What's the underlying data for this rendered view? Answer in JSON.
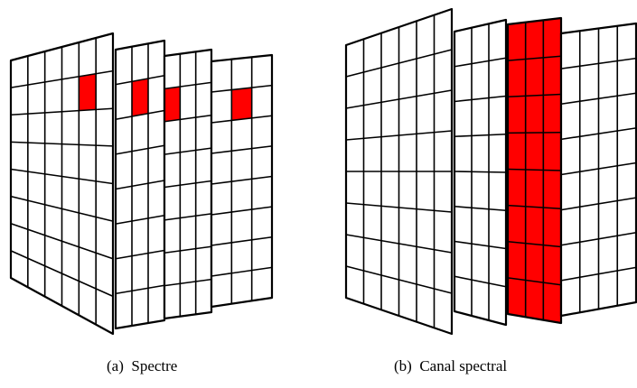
{
  "colors": {
    "grid_line": "#000000",
    "cell_fill": "#ffffff",
    "highlight": "#ff0000"
  },
  "panels": [
    {
      "label": "(a)",
      "caption": "Spectre",
      "highlight_mode": "pixel across all bands"
    },
    {
      "label": "(b)",
      "caption": "Canal spectral",
      "highlight_mode": "entire band"
    }
  ]
}
